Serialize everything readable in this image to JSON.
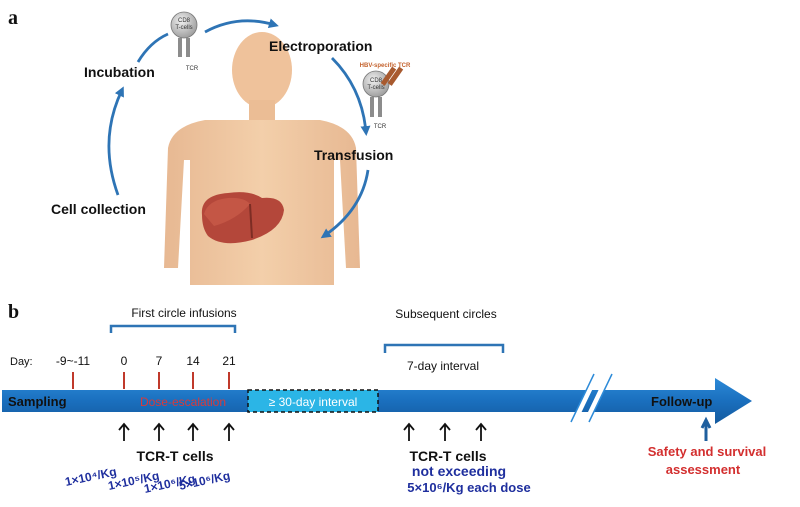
{
  "panel_a": {
    "label": "a",
    "steps": {
      "electroporation": "Electroporation",
      "transfusion": "Transfusion",
      "cell_collection": "Cell collection",
      "incubation": "Incubation"
    },
    "cell_top": {
      "name_line1": "CD8",
      "name_line2": "T-cells",
      "receptor": "TCR"
    },
    "cell_right": {
      "name_line1": "CD8",
      "name_line2": "T-cells",
      "receptor": "TCR",
      "tag": "HBV-specific TCR"
    }
  },
  "panel_b": {
    "label": "b",
    "first_circle_title": "First circle infusions",
    "subsequent_title": "Subsequent circles",
    "seven_day_interval": "7-day interval",
    "day_label": "Day:",
    "days": [
      "-9~-11",
      "0",
      "7",
      "14",
      "21"
    ],
    "sampling": "Sampling",
    "dose_escalation": "Dose-escalation",
    "thirty_day_interval": "≥ 30-day interval",
    "follow_up": "Follow-up",
    "tcrt_first": "TCR-T cells",
    "doses": [
      "1×10⁴/Kg",
      "1×10⁵/Kg",
      "1×10⁶/Kg",
      "5×10⁶/Kg"
    ],
    "tcrt_second": "TCR-T cells",
    "not_exceeding": "not exceeding",
    "each_dose": "5×10⁶/Kg each dose",
    "safety_line1": "Safety and survival",
    "safety_line2": "assessment"
  },
  "colors": {
    "arrow_blue": "#1f78c8",
    "cycle_blue": "#2e74b5",
    "dose_text": "#d93a3a",
    "interval_fill": "#29b6e8",
    "dark_blue_text": "#1f2f9e",
    "safety_red": "#d32f2f",
    "skin": "#f0c8a0",
    "liver": "#b5473a"
  }
}
